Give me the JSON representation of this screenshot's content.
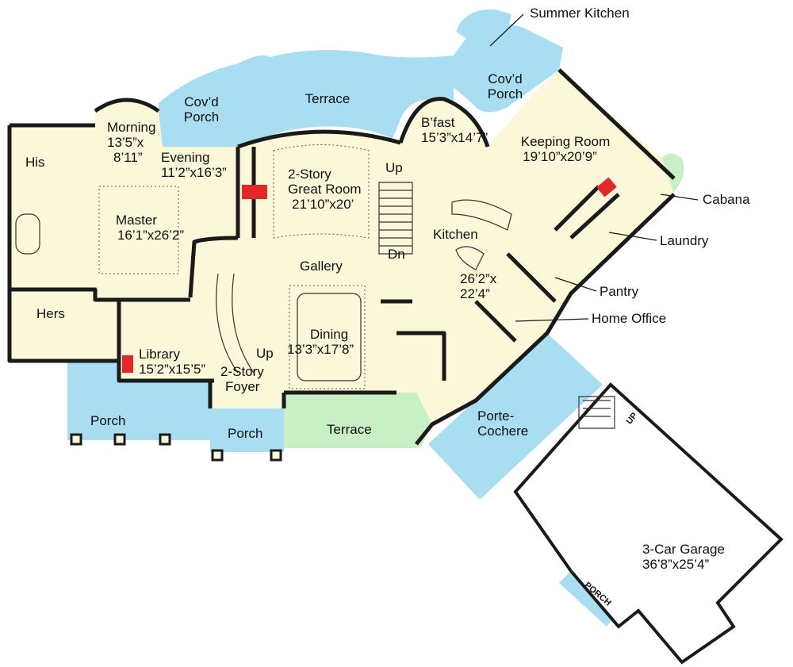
{
  "colors": {
    "interior": "#fbf7d9",
    "covered": "#a8ddf2",
    "terrace_open": "#c9efc4",
    "fireplace": "#e3262a",
    "wall": "#1a1a1a",
    "garage": "#ffffff"
  },
  "callouts": {
    "summer_kitchen": "Summer Kitchen",
    "cabana": "Cabana",
    "laundry": "Laundry",
    "pantry": "Pantry",
    "home_office": "Home Office"
  },
  "rooms": {
    "his": [
      "His"
    ],
    "hers": [
      "Hers"
    ],
    "morning": [
      "Morning",
      "13’5”x",
      "8’11”"
    ],
    "evening": [
      "Evening",
      "11’2”x16’3”"
    ],
    "covd_porch_left": [
      "Cov’d",
      "Porch"
    ],
    "terrace_top": [
      "Terrace"
    ],
    "covd_porch_right": [
      "Cov’d",
      "Porch"
    ],
    "bfast": [
      "B’fast",
      "15’3”x14’7”"
    ],
    "keeping_room": [
      "Keeping Room",
      "19’10”x20’9”"
    ],
    "master": [
      "Master",
      "16’1”x26’2”"
    ],
    "great_room": [
      "2-Story",
      "Great Room",
      "21’10”x20’"
    ],
    "up_top": [
      "Up"
    ],
    "dn": [
      "Dn"
    ],
    "kitchen": [
      "Kitchen"
    ],
    "kitchen_size": [
      "26’2”x",
      "22’4”"
    ],
    "gallery": [
      "Gallery"
    ],
    "dining": [
      "Dining",
      "13’3”x17’8”"
    ],
    "library": [
      "Library",
      "15’2”x15’5”"
    ],
    "up_foyer": [
      "Up"
    ],
    "foyer": [
      "2-Story",
      "Foyer"
    ],
    "porch_left": [
      "Porch"
    ],
    "porch_center": [
      "Porch"
    ],
    "terrace_bottom": [
      "Terrace"
    ],
    "porte_cochere": [
      "Porte-",
      "Cochere"
    ],
    "garage": [
      "3-Car Garage",
      "36’8”x25’4”"
    ],
    "porch_garage": [
      "PORCH"
    ],
    "up_garage": [
      "UP"
    ]
  }
}
